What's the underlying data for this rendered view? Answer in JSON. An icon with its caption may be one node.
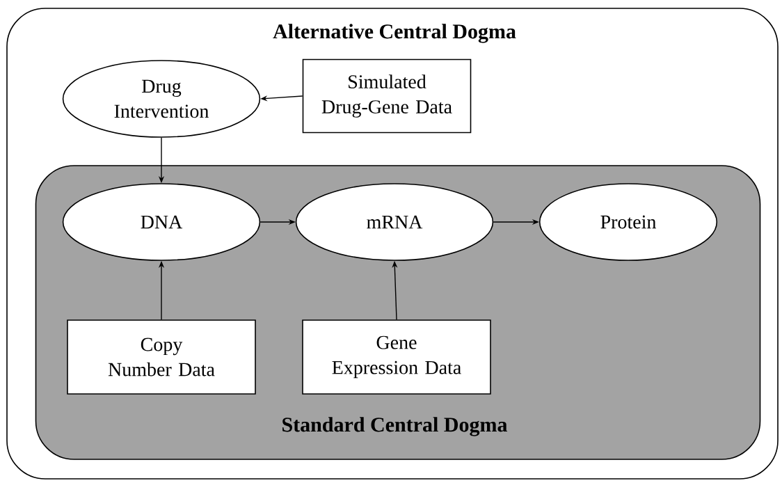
{
  "diagram": {
    "nodes": [
      {
        "text": [
          "Alternative Central Dogma"
        ]
      },
      {
        "text": [
          "Drug Intervention"
        ],
        "in": 0
      },
      {
        "text": [
          "Simulated Drug-Gene Data"
        ],
        "in": 0
      },
      {
        "text": [
          "Standard Central Dogma"
        ],
        "in": 0
      },
      {
        "text": [
          "DNA"
        ],
        "in": 3
      },
      {
        "text": [
          "mRNA"
        ],
        "in": 3
      },
      {
        "text": [
          "Protein"
        ],
        "in": 3
      },
      {
        "text": [
          "Copy Number Data"
        ],
        "in": 3
      },
      {
        "text": [
          "Gene Expression Data"
        ],
        "in": 3
      }
    ],
    "edges": [
      {
        "from": 2,
        "to": 1,
        "arrow": "to"
      },
      {
        "from": 1,
        "to": 4,
        "arrow": "to"
      },
      {
        "from": 4,
        "to": 5,
        "arrow": "to"
      },
      {
        "from": 5,
        "to": 6,
        "arrow": "to"
      },
      {
        "from": 7,
        "to": 4,
        "arrow": "to"
      },
      {
        "from": 8,
        "to": 5,
        "arrow": "to"
      }
    ]
  }
}
